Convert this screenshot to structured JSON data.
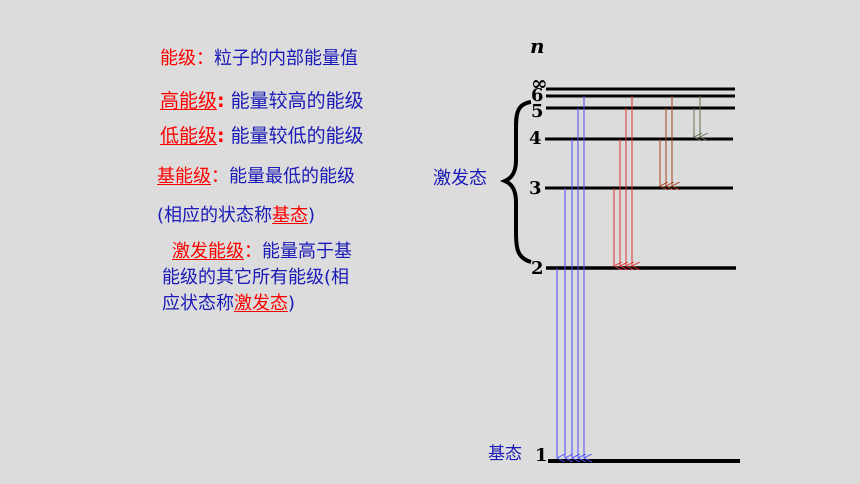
{
  "definitions": {
    "level": {
      "term": "能级",
      "colon": "：",
      "desc": "粒子的内部能量值"
    },
    "high": {
      "term": "高能级",
      "colon": ":",
      "desc": "能量较高的能级"
    },
    "low": {
      "term": "低能级",
      "colon": ":",
      "desc": "能量较低的能级"
    },
    "ground": {
      "term": "基能级",
      "colon": "：",
      "desc": "能量最低的能级",
      "note_open": "(相应的状态称",
      "note_term": "基态",
      "note_close": ")"
    },
    "excited": {
      "term": "激发能级",
      "colon": "：",
      "desc1": "能量高于基",
      "line2": "能级的其它所有能级(相",
      "line3_pre": "应状态称",
      "line3_term": "激发态",
      "line3_close": ")"
    }
  },
  "diagram": {
    "n_label": "n",
    "levels": [
      {
        "n": "1",
        "label": "基态"
      },
      {
        "n": "2"
      },
      {
        "n": "3"
      },
      {
        "n": "4"
      },
      {
        "n": "5"
      },
      {
        "n": "6"
      },
      {
        "n": "∞"
      }
    ],
    "excited_label": "激发态",
    "colors": {
      "lyman": "#4a4aff",
      "balmer": "#e03030",
      "paschen": "#a84020",
      "brackett": "#607050",
      "level_line": "#000000"
    }
  }
}
